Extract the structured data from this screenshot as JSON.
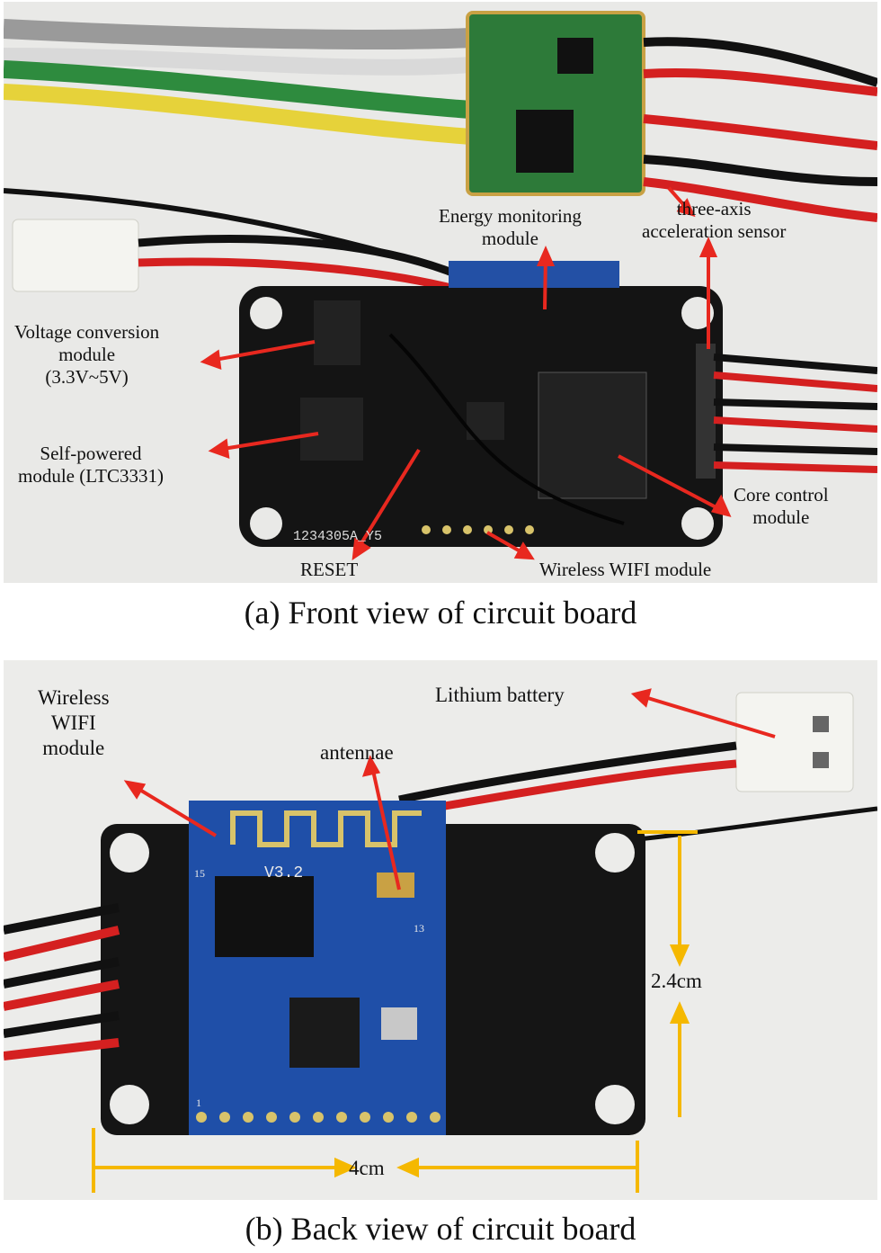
{
  "figure": {
    "panel_a": {
      "caption": "(a) Front view of circuit board",
      "labels": {
        "energy_monitoring": [
          "Energy monitoring",
          "module"
        ],
        "three_axis": [
          "three-axis",
          "acceleration sensor"
        ],
        "voltage_conversion": [
          "Voltage conversion",
          "module",
          "(3.3V~5V)"
        ],
        "self_powered": [
          "Self-powered",
          "module (LTC3331)"
        ],
        "core_control": [
          "Core control",
          "module"
        ],
        "reset": "RESET",
        "wireless_wifi": "Wireless WIFI module"
      },
      "board_silkscreen": "1234305A_Y5"
    },
    "panel_b": {
      "caption": "(b) Back view of circuit board",
      "labels": {
        "wireless_wifi": [
          "Wireless",
          "WIFI",
          "module"
        ],
        "lithium_battery": "Lithium battery",
        "antennae": "antennae",
        "height_dim": "2.4cm",
        "width_dim": "4cm"
      },
      "module_silkscreen": "V3.2",
      "pin_15": "15",
      "pin_13": "13",
      "pin_1": "1"
    },
    "colors": {
      "arrow_red": "#e8281f",
      "dimension_yellow": "#f5b800",
      "pcb_black": "#141414",
      "pcb_green": "#2e7a3a",
      "module_blue": "#1f4fa8"
    }
  }
}
